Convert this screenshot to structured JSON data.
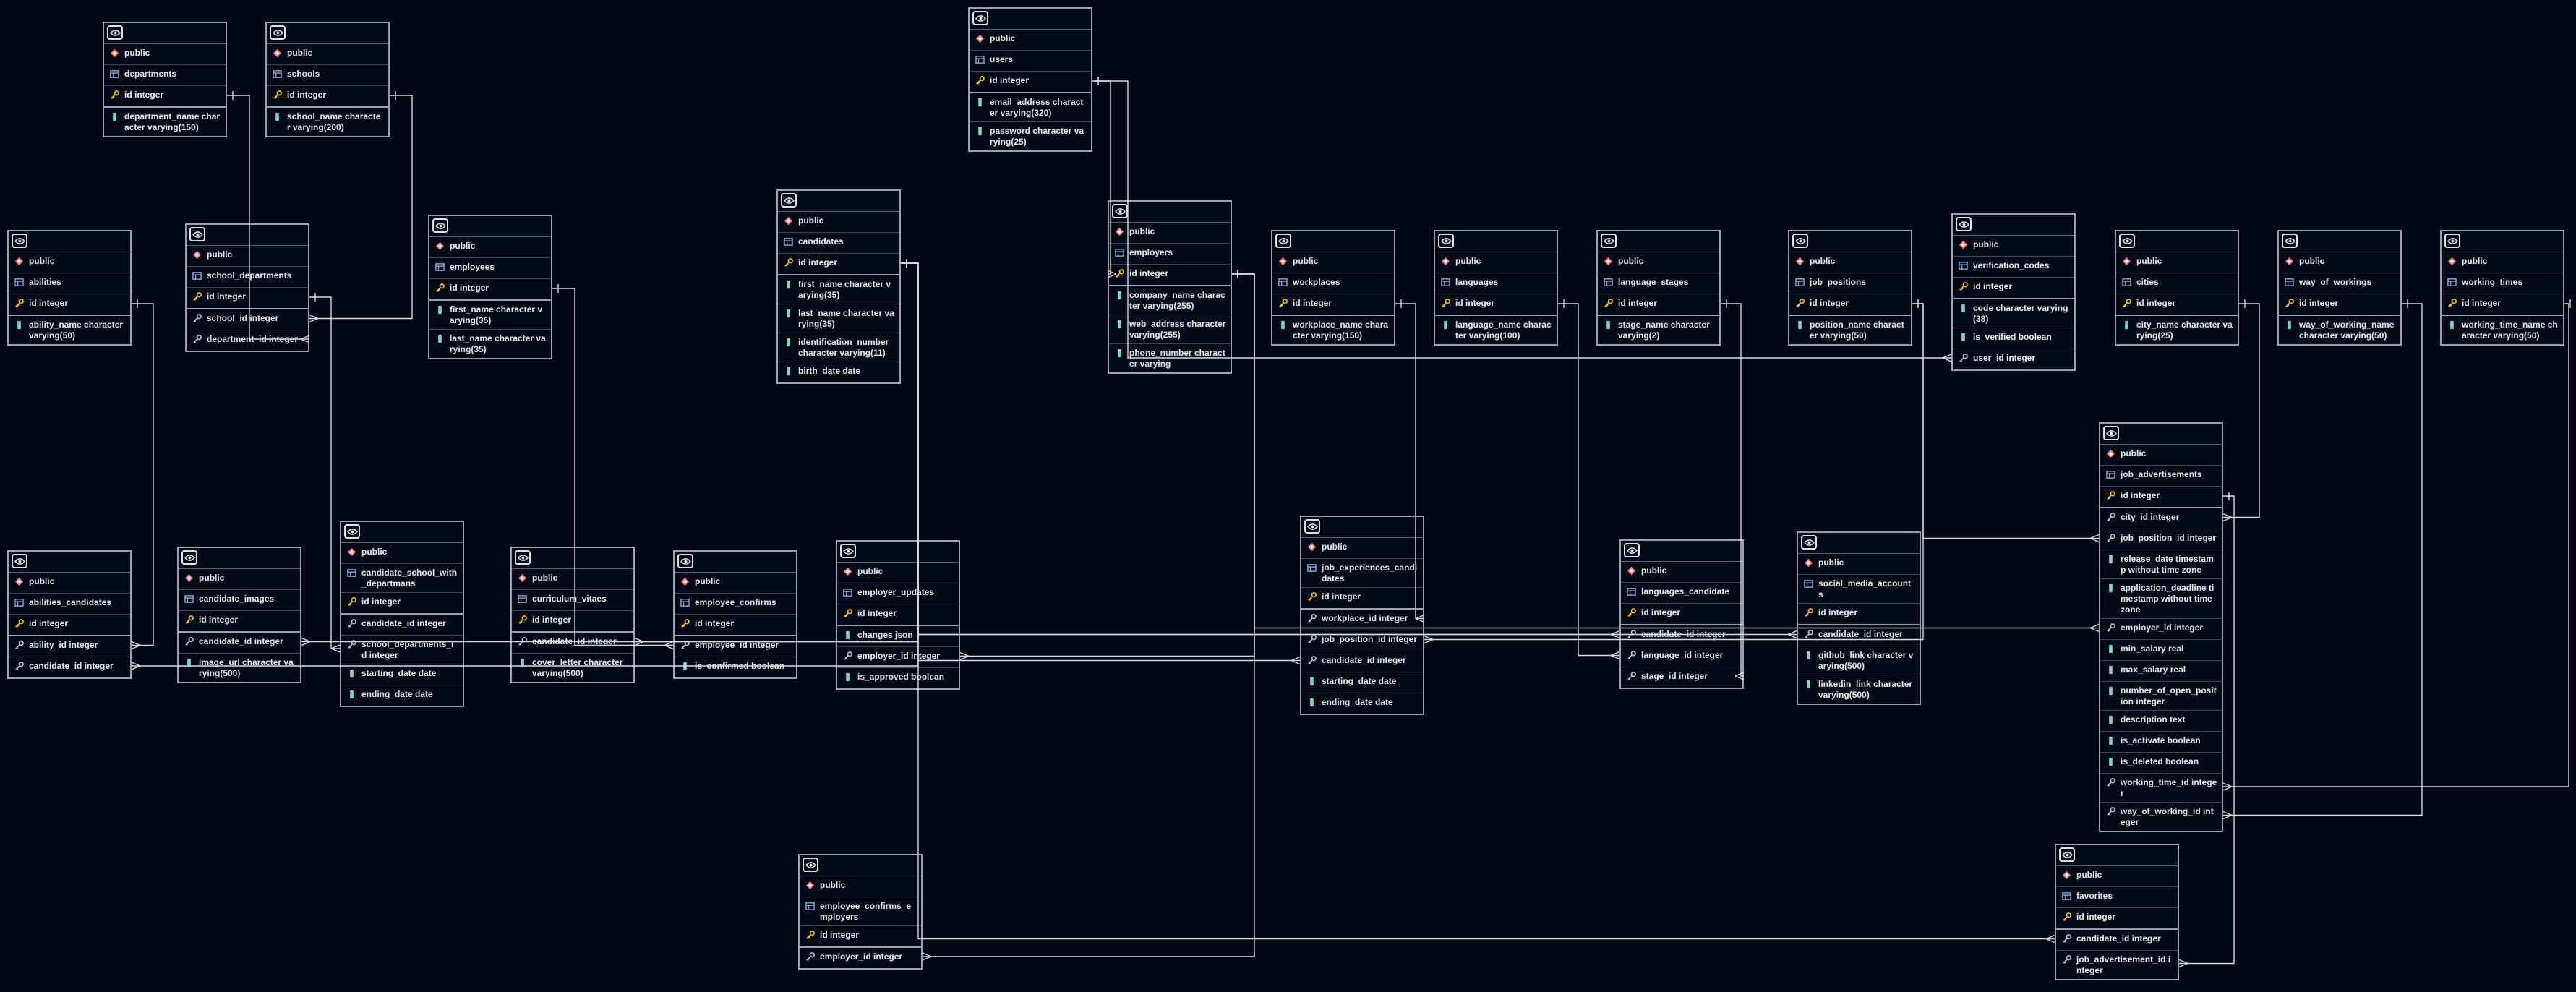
{
  "colors": {
    "background": "#020814",
    "border": "#9aa3ad",
    "line": "#d9d9d9",
    "schema_icon": "#ff7b7b",
    "pk_icon": "#f5c518",
    "fk_icon": "#bfc4cc",
    "col_icon": "#7fd6c8",
    "table_icon": "#8cb8e8"
  },
  "tables": [
    {
      "key": "departments",
      "schema": "public",
      "name": "departments",
      "pk": "id integer",
      "columns": [
        {
          "text": "department_name character varying(150)",
          "kind": "col"
        }
      ]
    },
    {
      "key": "schools",
      "schema": "public",
      "name": "schools",
      "pk": "id integer",
      "columns": [
        {
          "text": "school_name character varying(200)",
          "kind": "col"
        }
      ]
    },
    {
      "key": "users",
      "schema": "public",
      "name": "users",
      "pk": "id integer",
      "columns": [
        {
          "text": "email_address character varying(320)",
          "kind": "col"
        },
        {
          "text": "password character varying(25)",
          "kind": "col"
        }
      ]
    },
    {
      "key": "abilities",
      "schema": "public",
      "name": "abilities",
      "pk": "id integer",
      "columns": [
        {
          "text": "ability_name character varying(50)",
          "kind": "col"
        }
      ]
    },
    {
      "key": "school_departments",
      "schema": "public",
      "name": "school_departments",
      "pk": "id integer",
      "columns": [
        {
          "text": "school_id integer",
          "kind": "fk"
        },
        {
          "text": "department_id integer",
          "kind": "fk"
        }
      ]
    },
    {
      "key": "employees",
      "schema": "public",
      "name": "employees",
      "pk": "id integer",
      "columns": [
        {
          "text": "first_name character varying(35)",
          "kind": "col"
        },
        {
          "text": "last_name character varying(35)",
          "kind": "col"
        }
      ]
    },
    {
      "key": "candidates",
      "schema": "public",
      "name": "candidates",
      "pk": "id integer",
      "columns": [
        {
          "text": "first_name character varying(35)",
          "kind": "col"
        },
        {
          "text": "last_name character varying(35)",
          "kind": "col"
        },
        {
          "text": "identification_number character varying(11)",
          "kind": "col"
        },
        {
          "text": "birth_date date",
          "kind": "col"
        }
      ]
    },
    {
      "key": "employers",
      "schema": "public",
      "name": "employers",
      "pk": "id integer",
      "columns": [
        {
          "text": "company_name character varying(255)",
          "kind": "col"
        },
        {
          "text": "web_address character varying(255)",
          "kind": "col"
        },
        {
          "text": "phone_number character varying",
          "kind": "col"
        }
      ]
    },
    {
      "key": "workplaces",
      "schema": "public",
      "name": "workplaces",
      "pk": "id integer",
      "columns": [
        {
          "text": "workplace_name character varying(150)",
          "kind": "col"
        }
      ]
    },
    {
      "key": "languages",
      "schema": "public",
      "name": "languages",
      "pk": "id integer",
      "columns": [
        {
          "text": "language_name character varying(100)",
          "kind": "col"
        }
      ]
    },
    {
      "key": "language_stages",
      "schema": "public",
      "name": "language_stages",
      "pk": "id integer",
      "columns": [
        {
          "text": "stage_name character varying(2)",
          "kind": "col"
        }
      ]
    },
    {
      "key": "job_positions",
      "schema": "public",
      "name": "job_positions",
      "pk": "id integer",
      "columns": [
        {
          "text": "position_name character varying(50)",
          "kind": "col"
        }
      ]
    },
    {
      "key": "verification_codes",
      "schema": "public",
      "name": "verification_codes",
      "pk": "id integer",
      "columns": [
        {
          "text": "code character varying(38)",
          "kind": "col"
        },
        {
          "text": "is_verified boolean",
          "kind": "col"
        },
        {
          "text": "user_id integer",
          "kind": "fk"
        }
      ]
    },
    {
      "key": "cities",
      "schema": "public",
      "name": "cities",
      "pk": "id integer",
      "columns": [
        {
          "text": "city_name character varying(25)",
          "kind": "col"
        }
      ]
    },
    {
      "key": "way_of_workings",
      "schema": "public",
      "name": "way_of_workings",
      "pk": "id integer",
      "columns": [
        {
          "text": "way_of_working_name character varying(50)",
          "kind": "col"
        }
      ]
    },
    {
      "key": "working_times",
      "schema": "public",
      "name": "working_times",
      "pk": "id integer",
      "columns": [
        {
          "text": "working_time_name character varying(50)",
          "kind": "col"
        }
      ]
    },
    {
      "key": "abilities_candidates",
      "schema": "public",
      "name": "abilities_candidates",
      "pk": "id integer",
      "columns": [
        {
          "text": "ability_id integer",
          "kind": "fk"
        },
        {
          "text": "candidate_id integer",
          "kind": "fk"
        }
      ]
    },
    {
      "key": "candidate_images",
      "schema": "public",
      "name": "candidate_images",
      "pk": "id integer",
      "columns": [
        {
          "text": "candidate_id integer",
          "kind": "fk"
        },
        {
          "text": "image_url character varying(500)",
          "kind": "col"
        }
      ]
    },
    {
      "key": "candidate_school_with_departmans",
      "schema": "public",
      "name": "candidate_school_with_departmans",
      "pk": "id integer",
      "columns": [
        {
          "text": "candidate_id integer",
          "kind": "fk"
        },
        {
          "text": "school_departments_id integer",
          "kind": "fk"
        },
        {
          "text": "starting_date date",
          "kind": "col"
        },
        {
          "text": "ending_date date",
          "kind": "col"
        }
      ]
    },
    {
      "key": "curriculum_vitaes",
      "schema": "public",
      "name": "curriculum_vitaes",
      "pk": "id integer",
      "columns": [
        {
          "text": "candidate_id integer",
          "kind": "fk"
        },
        {
          "text": "cover_letter character varying(500)",
          "kind": "col"
        }
      ]
    },
    {
      "key": "employee_confirms",
      "schema": "public",
      "name": "employee_confirms",
      "pk": "id integer",
      "columns": [
        {
          "text": "employee_id integer",
          "kind": "fk"
        },
        {
          "text": "is_confirmed boolean",
          "kind": "col"
        }
      ]
    },
    {
      "key": "employer_updates",
      "schema": "public",
      "name": "employer_updates",
      "pk": "id integer",
      "columns": [
        {
          "text": "changes json",
          "kind": "col"
        },
        {
          "text": "employer_id integer",
          "kind": "fk"
        },
        {
          "text": "is_approved boolean",
          "kind": "col"
        }
      ]
    },
    {
      "key": "job_experiences_candidates",
      "schema": "public",
      "name": "job_experiences_candidates",
      "pk": "id integer",
      "columns": [
        {
          "text": "workplace_id integer",
          "kind": "fk"
        },
        {
          "text": "job_position_id integer",
          "kind": "fk"
        },
        {
          "text": "candidate_id integer",
          "kind": "fk"
        },
        {
          "text": "starting_date date",
          "kind": "col"
        },
        {
          "text": "ending_date date",
          "kind": "col"
        }
      ]
    },
    {
      "key": "languages_candidate",
      "schema": "public",
      "name": "languages_candidate",
      "pk": "id integer",
      "columns": [
        {
          "text": "candidate_id integer",
          "kind": "fk"
        },
        {
          "text": "language_id integer",
          "kind": "fk"
        },
        {
          "text": "stage_id integer",
          "kind": "fk"
        }
      ]
    },
    {
      "key": "social_media_accounts",
      "schema": "public",
      "name": "social_media_accounts",
      "pk": "id integer",
      "columns": [
        {
          "text": "candidate_id integer",
          "kind": "fk"
        },
        {
          "text": "github_link character varying(500)",
          "kind": "col"
        },
        {
          "text": "linkedin_link character varying(500)",
          "kind": "col"
        }
      ]
    },
    {
      "key": "job_advertisements",
      "schema": "public",
      "name": "job_advertisements",
      "pk": "id integer",
      "columns": [
        {
          "text": "city_id integer",
          "kind": "fk"
        },
        {
          "text": "job_position_id integer",
          "kind": "fk"
        },
        {
          "text": "release_date timestamp without time zone",
          "kind": "col"
        },
        {
          "text": "application_deadline timestamp without time zone",
          "kind": "col"
        },
        {
          "text": "employer_id integer",
          "kind": "fk"
        },
        {
          "text": "min_salary real",
          "kind": "col"
        },
        {
          "text": "max_salary real",
          "kind": "col"
        },
        {
          "text": "number_of_open_position integer",
          "kind": "col"
        },
        {
          "text": "description text",
          "kind": "col"
        },
        {
          "text": "is_activate boolean",
          "kind": "col"
        },
        {
          "text": "is_deleted boolean",
          "kind": "col"
        },
        {
          "text": "working_time_id integer",
          "kind": "fk"
        },
        {
          "text": "way_of_working_id integer",
          "kind": "fk"
        }
      ]
    },
    {
      "key": "employee_confirms_employers",
      "schema": "public",
      "name": "employee_confirms_employers",
      "pk": "id integer",
      "columns": [
        {
          "text": "employer_id integer",
          "kind": "fk"
        }
      ]
    },
    {
      "key": "favorites",
      "schema": "public",
      "name": "favorites",
      "pk": "id integer",
      "columns": [
        {
          "text": "candidate_id integer",
          "kind": "fk"
        },
        {
          "text": "job_advertisement_id integer",
          "kind": "fk"
        }
      ]
    }
  ]
}
